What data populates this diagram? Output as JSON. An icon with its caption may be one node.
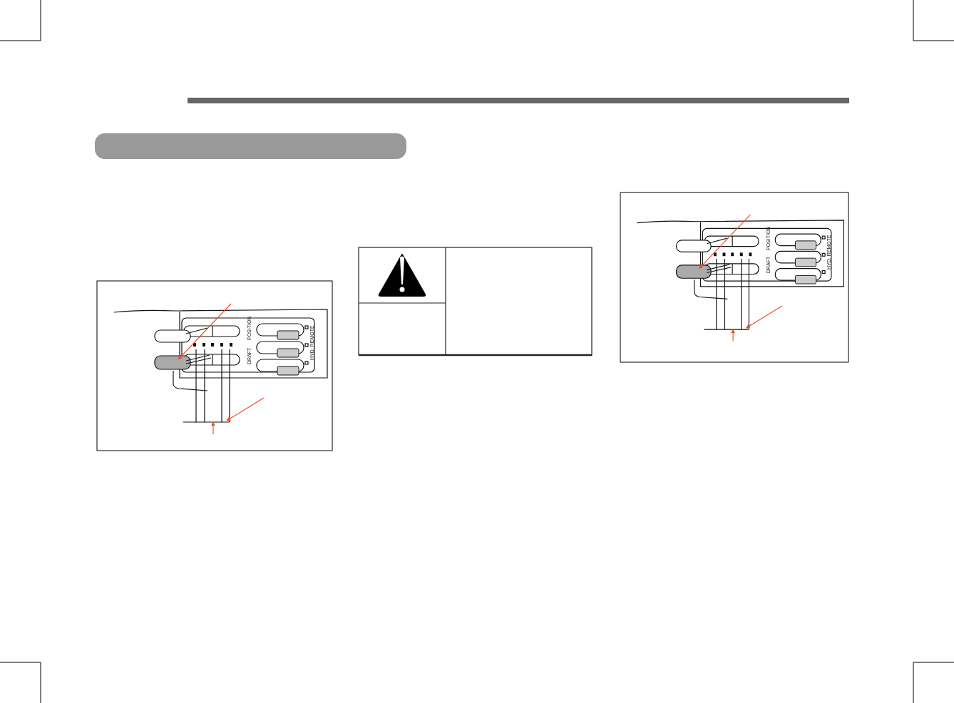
{
  "diagram": {
    "nodes": [
      {
        "text": [],
        "shape": "bar"
      }
    ],
    "labels": [
      "POSITION",
      "DRAFT",
      "HYD. REMOTE",
      "POSITION",
      "DRAFT",
      "HYD. REMOTE"
    ]
  }
}
